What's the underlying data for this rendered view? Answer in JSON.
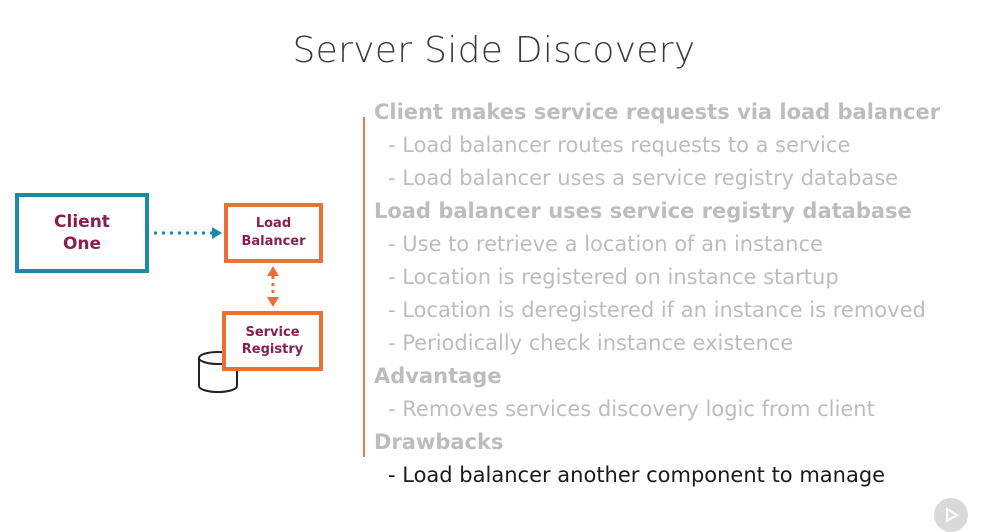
{
  "title": "Server Side Discovery",
  "diagram": {
    "client_lines": [
      "Client",
      "One"
    ],
    "load_balancer_lines": [
      "Load",
      "Balancer"
    ],
    "registry_lines": [
      "Service",
      "Registry"
    ],
    "colors": {
      "client_border": "#1a8aa6",
      "lb_border": "#e8703a",
      "text": "#8a1f4a"
    }
  },
  "bullets": [
    {
      "level": "heading",
      "text": "Client makes service requests via load balancer"
    },
    {
      "level": "sub",
      "text": "- Load balancer routes requests to a service"
    },
    {
      "level": "sub",
      "text": "- Load balancer uses a service registry database"
    },
    {
      "level": "heading",
      "text": "Load balancer uses service registry database"
    },
    {
      "level": "sub",
      "text": "- Use to retrieve a location of an instance"
    },
    {
      "level": "sub",
      "text": "- Location is registered on instance startup"
    },
    {
      "level": "sub",
      "text": "- Location is deregistered if an instance is removed"
    },
    {
      "level": "sub",
      "text": "- Periodically check instance existence"
    },
    {
      "level": "heading",
      "text": "Advantage"
    },
    {
      "level": "sub",
      "text": "- Removes services discovery logic from client"
    },
    {
      "level": "heading",
      "text": "Drawbacks"
    },
    {
      "level": "sub-active",
      "text": "- Load balancer another component to manage"
    }
  ]
}
